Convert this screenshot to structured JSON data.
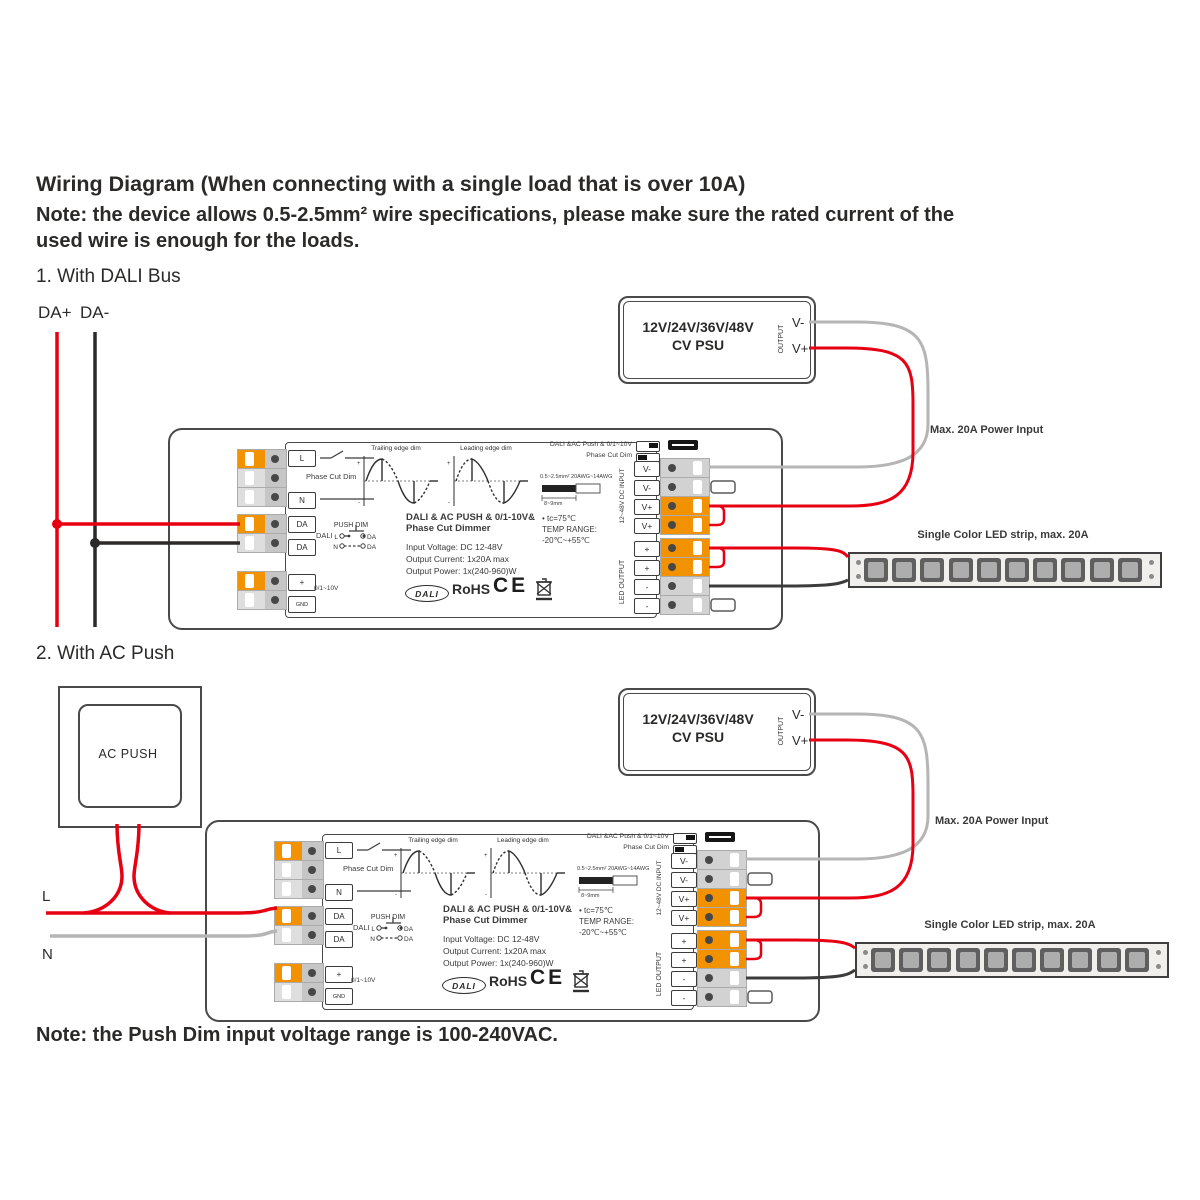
{
  "colors": {
    "wire_red": "#e60012",
    "wire_gray": "#b5b5b5",
    "wire_black": "#2b2a29",
    "terminal_orange": "#f29200",
    "outline": "#4a4a4a",
    "text": "#2b2a29"
  },
  "header": {
    "title": "Wiring Diagram (When connecting with a single load that is over 10A)",
    "note_line1": "Note: the device allows 0.5-2.5mm² wire specifications, please make sure the rated current of the",
    "note_line2": "used wire is enough for the loads."
  },
  "sections": {
    "s1": {
      "heading": "1. With DALI Bus",
      "bus_plus": "DA+",
      "bus_minus": "DA-"
    },
    "s2": {
      "heading": "2. With AC Push",
      "push_label": "AC PUSH",
      "line_l": "L",
      "line_n": "N"
    }
  },
  "psu": {
    "line1": "12V/24V/36V/48V",
    "line2": "CV PSU",
    "output": "OUTPUT",
    "v_minus": "V-",
    "v_plus": "V+"
  },
  "power_note": "Max. 20A Power Input",
  "strip_label": "Single Color LED strip, max. 20A",
  "bottom_note": "Note: the Push Dim input voltage range is 100-240VAC.",
  "led_strip": {
    "chips": 10
  },
  "device": {
    "left_labels": {
      "l": "L",
      "n": "N",
      "da1": "DA",
      "da2": "DA",
      "plus": "+",
      "gnd": "GND",
      "phase_cut": "Phase Cut Dim",
      "dali": "DALI",
      "v010": "0/1~10V"
    },
    "push_dim": {
      "title": "PUSH DIM",
      "l": "L",
      "n": "N",
      "da": "DA"
    },
    "waveforms": {
      "trailing": "Trailing edge dim",
      "leading": "Leading edge dim",
      "plus": "+",
      "minus": "-"
    },
    "title1": "DALI & AC PUSH & 0/1-10V&",
    "title2": "Phase Cut Dimmer",
    "spec1": "Input Voltage: DC 12-48V",
    "spec2": "Output Current: 1x20A max",
    "spec3": "Output Power: 1x(240-960)W",
    "wire_spec": "0.5~2.5mm²  20AWG~14AWG",
    "strip_len": "8~9mm",
    "tc": "• tc=75℃",
    "temp_range": "TEMP RANGE:",
    "temp_val": "-20℃~+55℃",
    "top_right1": "DALI &AC Push & 0/1~10V",
    "top_right2": "Phase Cut Dim",
    "dali_logo": "DALI",
    "rohs": "RoHS",
    "ce": "CE",
    "input_label": "12~48V DC INPUT",
    "output_label": "LED OUTPUT",
    "right_terminals": [
      "V-",
      "V-",
      "V+",
      "V+",
      "+",
      "+",
      "-",
      "-"
    ]
  }
}
